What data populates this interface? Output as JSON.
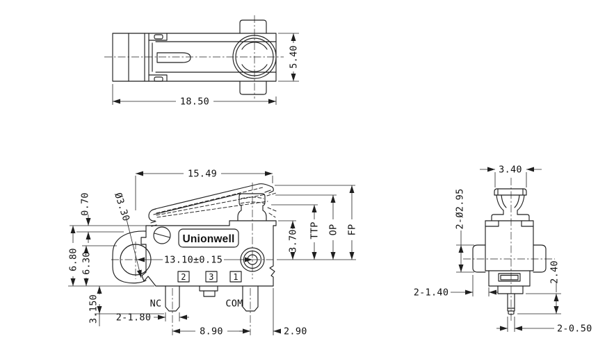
{
  "colors": {
    "line": "#1f1f1f",
    "text": "#111111",
    "background": "#ffffff"
  },
  "brand": {
    "logo": "Unionwell"
  },
  "top_view": {
    "dim_width": "18.50",
    "dim_height": "5.40"
  },
  "front_view": {
    "dim_lever_length": "15.49",
    "dim_ear_offset": "0.70",
    "dim_hole_dia": "Ø3.30",
    "dim_body_height": "6.80",
    "dim_ear_height": "6.30",
    "dim_terminal_length": "3.150",
    "dim_terminal_width": "2-1.80",
    "dim_hole_spacing": "13.10±0.15",
    "dim_terminal_pitch": "8.90",
    "dim_com_to_edge": "2.90",
    "dim_pretravel": "3.70",
    "label_ttp": "TTP",
    "label_op": "OP",
    "label_fp": "FP",
    "label_nc": "NC",
    "label_com": "COM",
    "terminal_1": "1",
    "terminal_2": "2",
    "terminal_3": "3"
  },
  "side_view": {
    "dim_plunger_width": "3.40",
    "dim_boss_dia": "2-Ø2.95",
    "dim_base_step": "2-1.40",
    "dim_pin_length": "2.40",
    "dim_pin_width": "2-0.50"
  }
}
